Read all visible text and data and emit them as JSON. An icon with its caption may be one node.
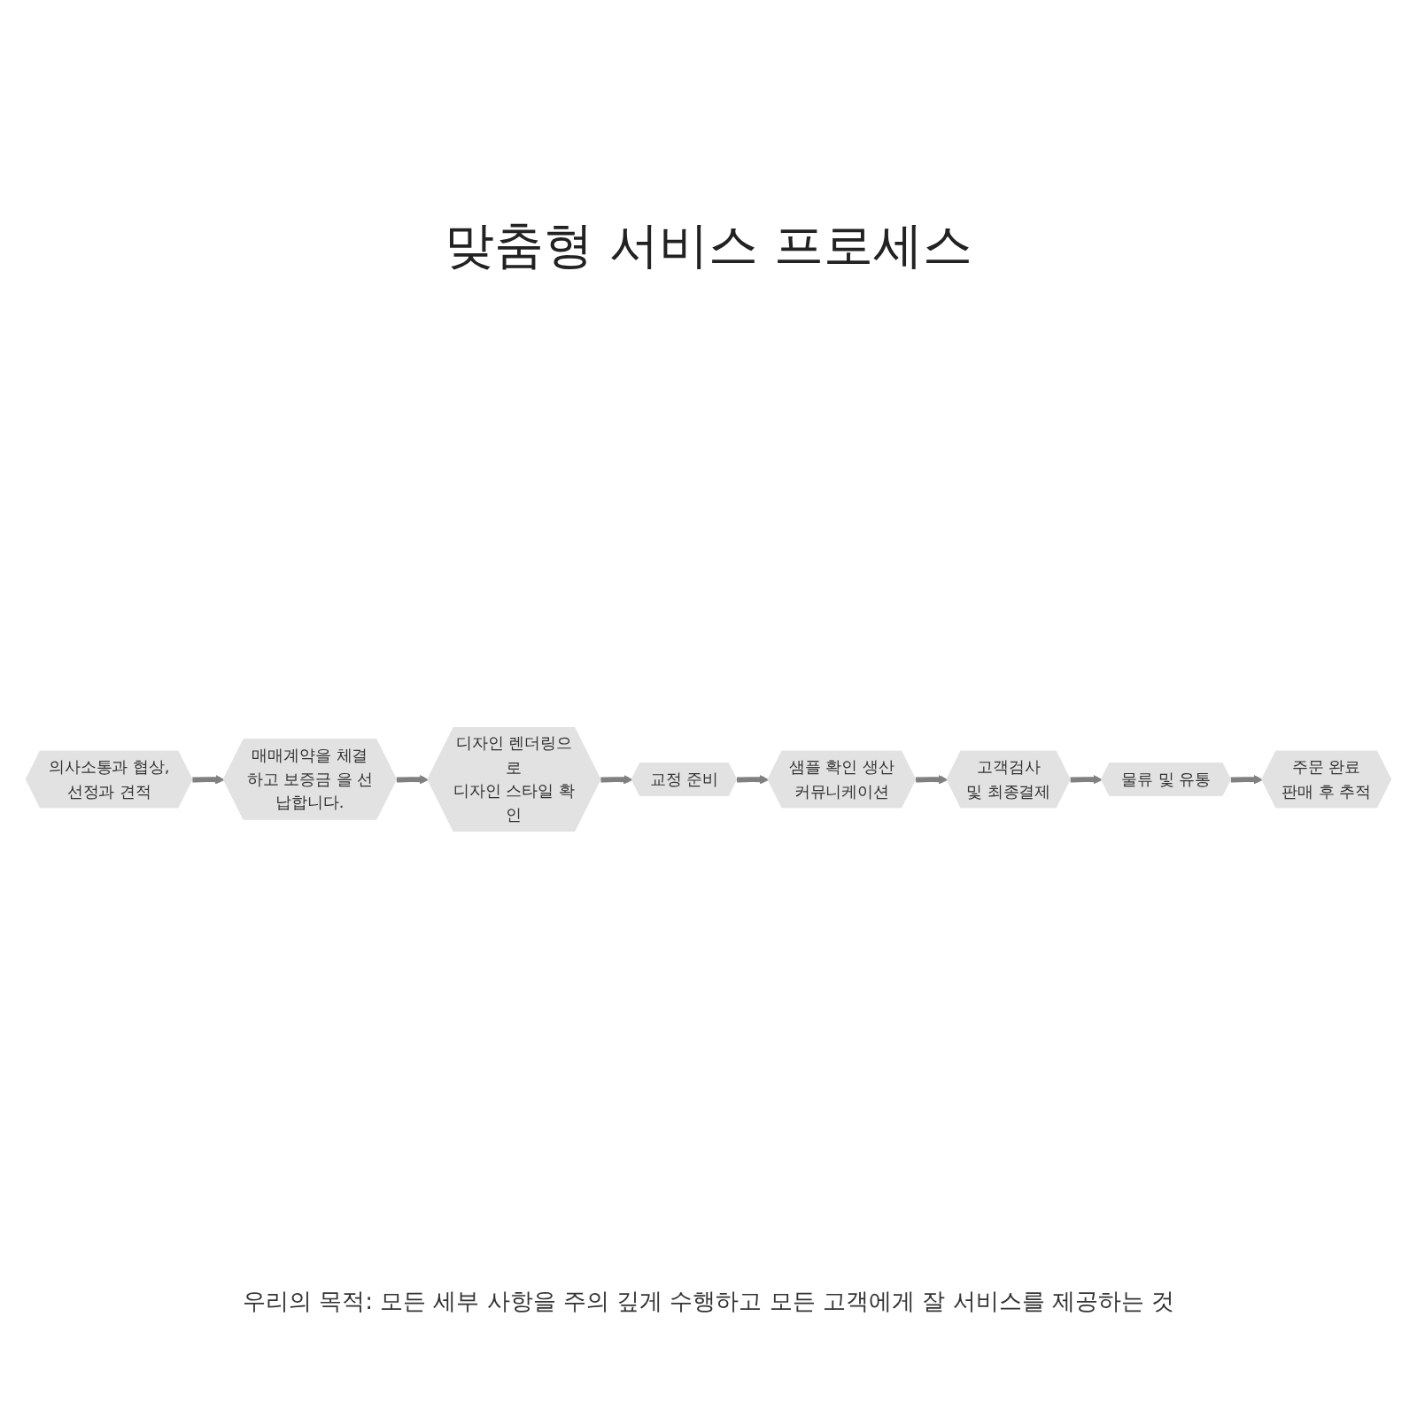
{
  "diagram": {
    "title": "맞춤형 서비스 프로세스",
    "caption": "우리의 목적: 모든 세부 사항을 주의 깊게 수행하고 모든 고객에게 잘 서비스를 제공하는 것",
    "nodes": [
      {
        "text": [
          "의사소통과 협상,",
          "선정과 견적"
        ]
      },
      {
        "text": [
          "매매계약을 체결하고 보증금 을 선납합니다."
        ]
      },
      {
        "text": [
          "디자인 렌더링으로",
          "디자인 스타일 확인"
        ]
      },
      {
        "text": [
          "교정 준비"
        ]
      },
      {
        "text": [
          "샘플 확인 생산",
          "커뮤니케이션"
        ]
      },
      {
        "text": [
          "고객검사",
          "및 최종결제"
        ]
      },
      {
        "text": [
          "물류 및 유통"
        ]
      },
      {
        "text": [
          "주문 완료",
          "판매 후 추적"
        ]
      }
    ],
    "edges": [
      {
        "from": 0,
        "to": 1,
        "arrow": "to"
      },
      {
        "from": 1,
        "to": 2,
        "arrow": "to"
      },
      {
        "from": 2,
        "to": 3,
        "arrow": "to"
      },
      {
        "from": 3,
        "to": 4,
        "arrow": "to"
      },
      {
        "from": 4,
        "to": 5,
        "arrow": "to"
      },
      {
        "from": 5,
        "to": 6,
        "arrow": "to"
      },
      {
        "from": 6,
        "to": 7,
        "arrow": "to"
      }
    ]
  }
}
